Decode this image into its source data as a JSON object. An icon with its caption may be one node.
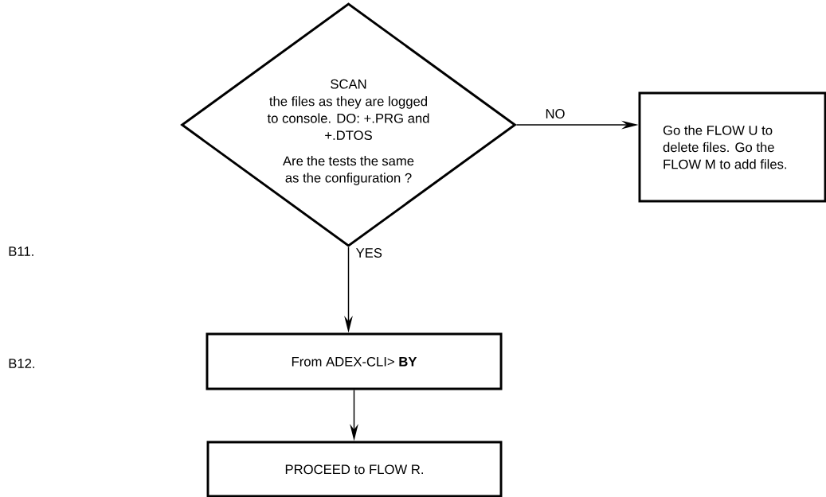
{
  "diagram": {
    "nodes": [
      {
        "text": [
          "SCAN",
          "the files as they are logged to console. DO: +.PRG and +.DTOS",
          "Are the tests the same as the configuration ?"
        ]
      },
      {
        "text": [
          "Go the FLOW U to delete files. Go the FLOW M to add files."
        ]
      },
      {
        "text": [
          "From ADEX-CLI> **BY**"
        ]
      },
      {
        "text": [
          "PROCEED to FLOW R."
        ]
      }
    ],
    "edges": [
      {
        "from": 0,
        "to": 1,
        "arrow": "to",
        "label": "NO"
      },
      {
        "from": 0,
        "to": 2,
        "arrow": "to",
        "label": "YES"
      },
      {
        "from": 2,
        "to": 3,
        "arrow": "to"
      }
    ],
    "labels": [
      "B11.",
      "B12."
    ]
  }
}
